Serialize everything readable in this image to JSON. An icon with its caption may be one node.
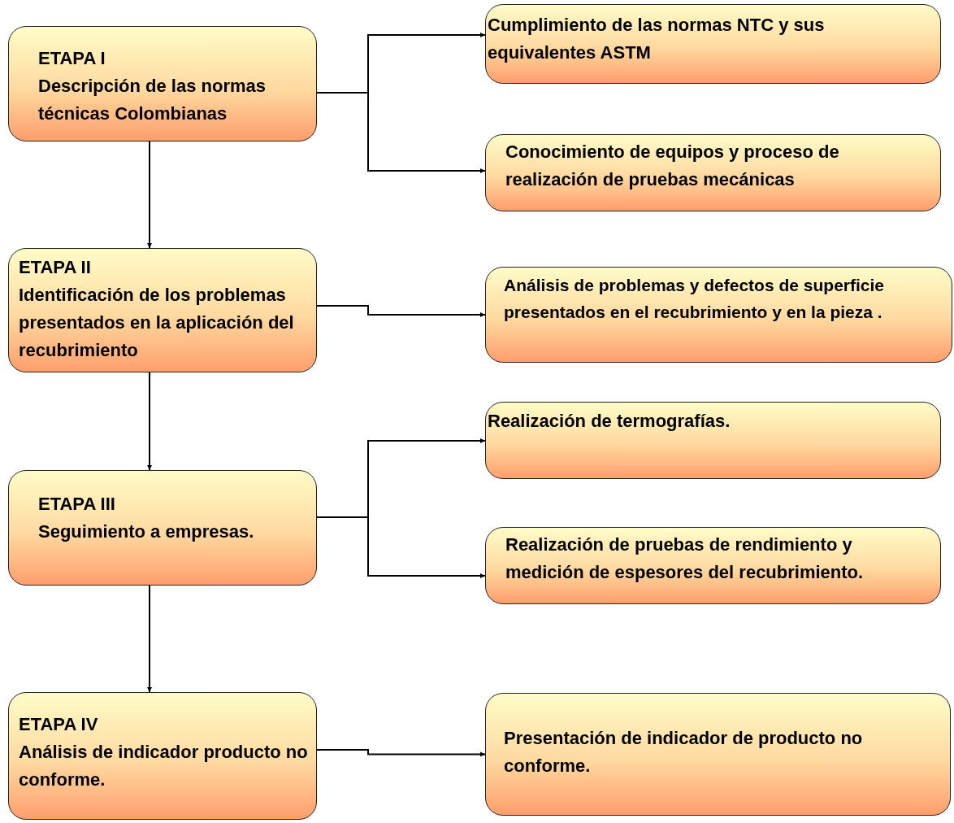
{
  "diagram": {
    "nodes": [
      {
        "text": [
          "ETAPA I",
          "Descripción de las normas técnicas Colombianas"
        ]
      },
      {
        "text": [
          "Cumplimiento de las normas NTC y sus equivalentes ASTM"
        ]
      },
      {
        "text": [
          "Conocimiento de equipos y proceso de realización de pruebas mecánicas"
        ]
      },
      {
        "text": [
          "ETAPA II",
          "Identificación de los problemas presentados en la aplicación del recubrimiento"
        ]
      },
      {
        "text": [
          "Análisis de problemas y defectos de superficie presentados en el recubrimiento y en la pieza ."
        ]
      },
      {
        "text": [
          "ETAPA III",
          "Seguimiento a empresas."
        ]
      },
      {
        "text": [
          "Realización de termografías."
        ]
      },
      {
        "text": [
          "Realización de pruebas de rendimiento y medición de espesores del recubrimiento."
        ]
      },
      {
        "text": [
          "ETAPA IV",
          "Análisis de indicador producto no conforme."
        ]
      },
      {
        "text": [
          "Presentación de indicador de producto no conforme."
        ]
      }
    ],
    "edges": [
      {
        "from": 0,
        "to": 1,
        "arrow": "to"
      },
      {
        "from": 0,
        "to": 2,
        "arrow": "to"
      },
      {
        "from": 0,
        "to": 3,
        "arrow": "to"
      },
      {
        "from": 3,
        "to": 4,
        "arrow": "to"
      },
      {
        "from": 3,
        "to": 5,
        "arrow": "to"
      },
      {
        "from": 5,
        "to": 6,
        "arrow": "to"
      },
      {
        "from": 5,
        "to": 7,
        "arrow": "to"
      },
      {
        "from": 5,
        "to": 8,
        "arrow": "to"
      },
      {
        "from": 8,
        "to": 9,
        "arrow": "to"
      }
    ]
  }
}
